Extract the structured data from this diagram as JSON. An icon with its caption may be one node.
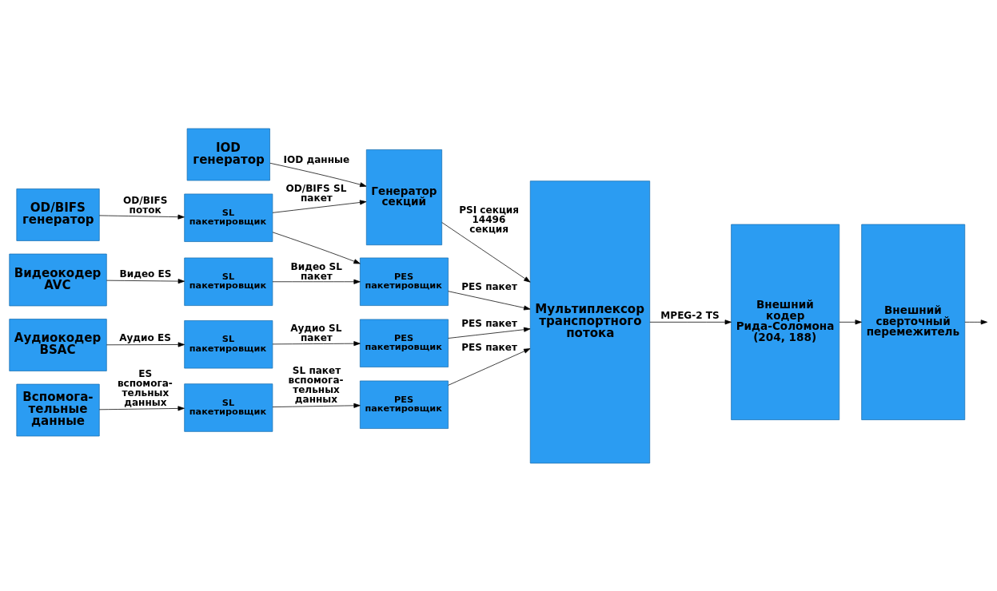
{
  "diagram": {
    "nodes": [
      {
        "text": [
          "IOD генератор"
        ]
      },
      {
        "text": [
          "Генератор секций"
        ]
      },
      {
        "text": [
          "Мультиплексор транспортного потока"
        ]
      },
      {
        "text": [
          "Внешний кодер Рида-Соломона (204, 188)"
        ]
      },
      {
        "text": [
          "Внешний сверточный перемежитель"
        ]
      },
      {
        "text": [
          "OD/BIFS генератор"
        ]
      },
      {
        "text": [
          "SL пакетировщик"
        ]
      },
      {
        "text": [
          "Видеокодер AVC"
        ]
      },
      {
        "text": [
          "SL пакетировщик"
        ]
      },
      {
        "text": [
          "PES пакетировщик"
        ]
      },
      {
        "text": [
          "Аудиокодер BSAC"
        ]
      },
      {
        "text": [
          "SL пакетировщик"
        ]
      },
      {
        "text": [
          "PES пакетировщик"
        ]
      },
      {
        "text": [
          "Вспомога- тельные данные"
        ]
      },
      {
        "text": [
          "SL пакетировщик"
        ]
      },
      {
        "text": [
          "PES пакетировщик"
        ]
      }
    ],
    "edges": [
      {
        "from": 0,
        "to": 1,
        "arrow": "to",
        "label": "IOD данные"
      },
      {
        "from": 5,
        "to": 6,
        "arrow": "to",
        "label": "OD/BIFS поток"
      },
      {
        "from": 6,
        "to": 1,
        "arrow": "to",
        "label": "OD/BIFS SL пакет"
      },
      {
        "from": 6,
        "to": 9,
        "arrow": "to"
      },
      {
        "from": 1,
        "to": 2,
        "arrow": "to",
        "label": "PSI секция 14496 секция"
      },
      {
        "from": 7,
        "to": 8,
        "arrow": "to",
        "label": "Видео ES"
      },
      {
        "from": 8,
        "to": 9,
        "arrow": "to",
        "label": "Видео SL пакет"
      },
      {
        "from": 9,
        "to": 2,
        "arrow": "to",
        "label": "PES пакет"
      },
      {
        "from": 10,
        "to": 11,
        "arrow": "to",
        "label": "Аудио ES"
      },
      {
        "from": 11,
        "to": 12,
        "arrow": "to",
        "label": "Аудио SL пакет"
      },
      {
        "from": 12,
        "to": 2,
        "arrow": "to",
        "label": "PES пакет"
      },
      {
        "from": 13,
        "to": 14,
        "arrow": "to",
        "label": "ES вспомога- тельных данных"
      },
      {
        "from": 14,
        "to": 15,
        "arrow": "to",
        "label": "SL пакет вспомога- тельных данных"
      },
      {
        "from": 15,
        "to": 2,
        "arrow": "to",
        "label": "PES пакет"
      },
      {
        "from": 2,
        "to": 3,
        "arrow": "to",
        "label": "MPEG-2 TS"
      },
      {
        "from": 3,
        "to": 4,
        "arrow": "to"
      },
      {
        "from": 4,
        "to": null,
        "arrow": "to"
      }
    ]
  }
}
